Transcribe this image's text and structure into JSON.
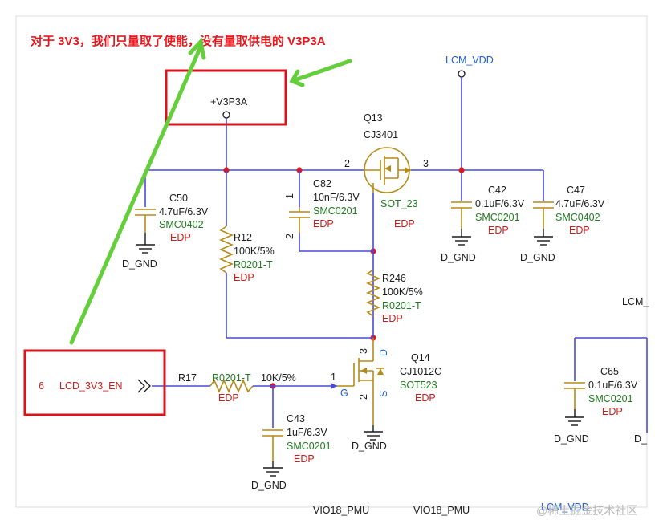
{
  "annotation": {
    "text": "对于 3V3，我们只量取了使能，没有量取供电的 V3P3A"
  },
  "nets": {
    "v3p3a": "+V3P3A",
    "lcm_vdd": "LCM_VDD",
    "lcm_vdd_right": "LCM_",
    "lcm_vdd_bottom": "LCM_VDD",
    "lcd_en_pin": "6",
    "lcd_en": "LCD_3V3_EN",
    "vio_left": "VIO18_PMU",
    "vio_right": "VIO18_PMU"
  },
  "q13": {
    "ref": "Q13",
    "part": "CJ3401",
    "pkg": "SOT_23",
    "edp": "EDP",
    "pin2": "2",
    "pin3": "3"
  },
  "c82": {
    "ref": "C82",
    "val": "10nF/6.3V",
    "pkg": "SMC0201",
    "edp": "EDP",
    "pin1": "1",
    "pin2": "2"
  },
  "c50": {
    "ref": "C50",
    "val": "4.7uF/6.3V",
    "pkg": "SMC0402",
    "edp": "EDP",
    "gnd": "D_GND"
  },
  "c42": {
    "ref": "C42",
    "val": "0.1uF/6.3V",
    "pkg": "SMC0201",
    "edp": "EDP",
    "gnd": "D_GND"
  },
  "c47": {
    "ref": "C47",
    "val": "4.7uF/6.3V",
    "pkg": "SMC0402",
    "edp": "EDP",
    "gnd": "D_GND"
  },
  "r12": {
    "ref": "R12",
    "val": "100K/5%",
    "pkg": "R0201-T",
    "edp": "EDP"
  },
  "r246": {
    "ref": "R246",
    "val": "100K/5%",
    "pkg": "R0201-T",
    "edp": "EDP"
  },
  "q14": {
    "ref": "Q14",
    "part": "CJ1012C",
    "pkg": "SOT523",
    "edp": "EDP",
    "pin1": "1",
    "pin2": "2",
    "pin3": "3",
    "g": "G",
    "s": "S",
    "d": "D",
    "gnd": "D_GND"
  },
  "r17": {
    "ref": "R17",
    "pkg": "R0201-T",
    "val": "10K/5%",
    "edp": "EDP"
  },
  "c43": {
    "ref": "C43",
    "val": "1uF/6.3V",
    "pkg": "SMC0201",
    "edp": "EDP",
    "gnd": "D_GND"
  },
  "c65": {
    "ref": "C65",
    "val": "0.1uF/6.3V",
    "pkg": "SMC0201",
    "edp": "EDP",
    "gnd": "D_GND",
    "gnd2": "D_"
  },
  "watermark": "@稀土掘金技术社区"
}
